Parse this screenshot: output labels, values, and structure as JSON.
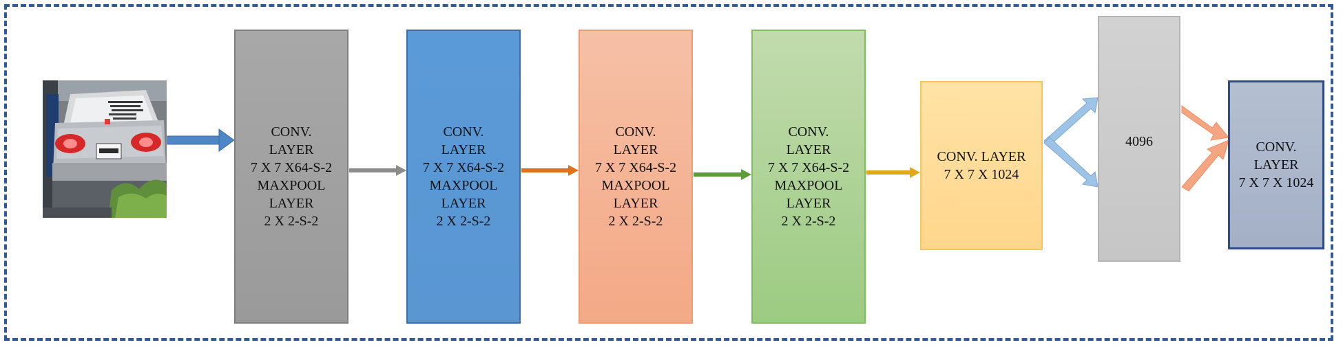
{
  "blocks": [
    {
      "id": "conv-maxpool-1",
      "lines": [
        "CONV.",
        "LAYER",
        "7 X 7 X64-S-2",
        "MAXPOOL",
        "LAYER",
        "2 X 2-S-2"
      ],
      "color": "#a0a0a0"
    },
    {
      "id": "conv-maxpool-2",
      "lines": [
        "CONV.",
        "LAYER",
        "7 X 7 X64-S-2",
        "MAXPOOL",
        "LAYER",
        "2 X 2-S-2"
      ],
      "color": "#5b9bd5"
    },
    {
      "id": "conv-maxpool-3",
      "lines": [
        "CONV.",
        "LAYER",
        "7 X 7 X64-S-2",
        "MAXPOOL",
        "LAYER",
        "2 X 2-S-2"
      ],
      "color": "#f4b183"
    },
    {
      "id": "conv-maxpool-4",
      "lines": [
        "CONV.",
        "LAYER",
        "7 X 7 X64-S-2",
        "MAXPOOL",
        "LAYER",
        "2 X 2-S-2"
      ],
      "color": "#a9d18e"
    },
    {
      "id": "conv-1024",
      "lines": [
        "CONV. LAYER",
        "7 X 7 X 1024"
      ],
      "color": "#ffd966"
    },
    {
      "id": "fc-4096",
      "lines": [
        "4096"
      ],
      "color": "#c9c9c9"
    },
    {
      "id": "conv-1024-final",
      "lines": [
        "CONV.",
        "LAYER",
        "7 X 7 X 1024"
      ],
      "color": "#adb9ca"
    }
  ],
  "arrow_colors": {
    "blue": "#4f86c6",
    "gray": "#8c8c8c",
    "orange": "#e2711d",
    "green": "#5e9c3a",
    "yellow": "#e0a81a",
    "light_blue": "#9dc3e6",
    "salmon": "#f4a582"
  },
  "frame_color": "#2e5a95",
  "input_image": "car-rear-photo"
}
